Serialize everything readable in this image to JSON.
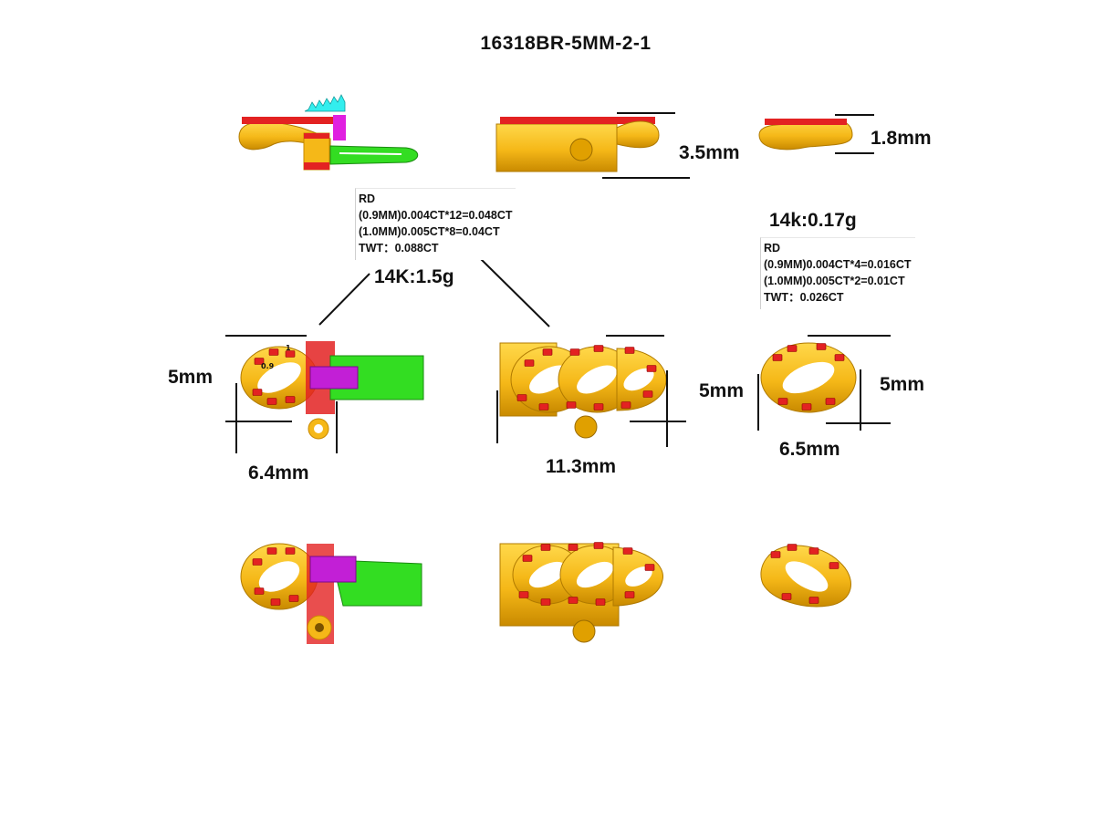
{
  "title": "16318BR-5MM-2-1",
  "clasp": {
    "spec_lines": [
      "RD",
      "(0.9MM)0.004CT*12=0.048CT",
      "(1.0MM)0.005CT*8=0.04CT",
      "TWT：0.088CT"
    ],
    "weight": "14K:1.5g",
    "height": "3.5mm",
    "front_height": "5mm",
    "width_left": "6.4mm",
    "width_total": "11.3mm"
  },
  "link": {
    "spec_lines": [
      "RD",
      "(0.9MM)0.004CT*4=0.016CT",
      "(1.0MM)0.005CT*2=0.01CT",
      "TWT：0.026CT"
    ],
    "weight": "14k:0.17g",
    "thickness": "1.8mm",
    "height_left": "5mm",
    "height_right": "5mm",
    "width": "6.5mm"
  },
  "stone_labels": [
    "1",
    "0.9"
  ],
  "colors": {
    "gold": "#f5b818",
    "gold_dark": "#c98a00",
    "stone_red": "#e32222",
    "green": "#33dd22",
    "magenta": "#e020e0",
    "cyan": "#33eeee",
    "line": "#111111"
  }
}
